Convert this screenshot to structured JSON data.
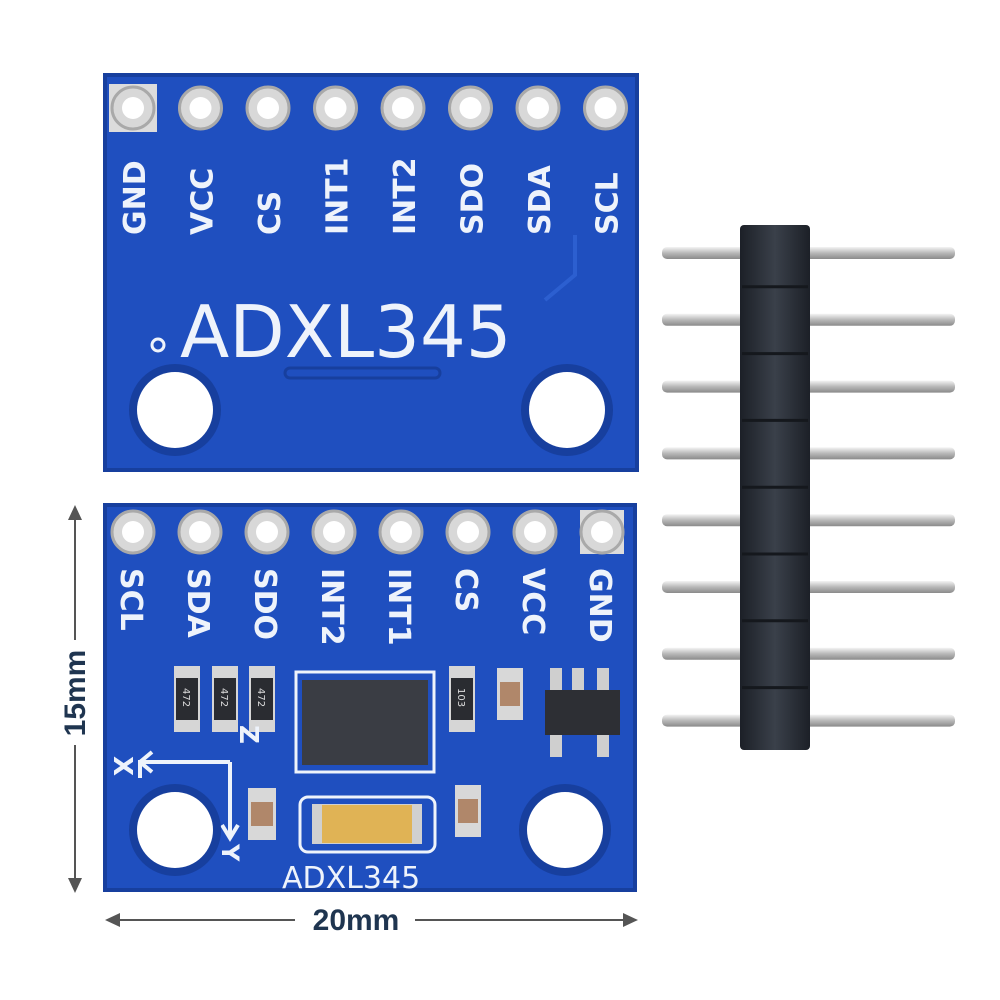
{
  "top_board": {
    "pins": [
      "GND",
      "VCC",
      "CS",
      "INT1",
      "INT2",
      "SDO",
      "SDA",
      "SCL"
    ],
    "title": "ADXL345"
  },
  "bottom_board": {
    "pins": [
      "SCL",
      "SDA",
      "SDO",
      "INT2",
      "INT1",
      "CS",
      "VCC",
      "GND"
    ],
    "resistors": [
      "472",
      "472",
      "472",
      "103"
    ],
    "axis_labels": {
      "x": "X",
      "y": "Y",
      "z": "Z"
    },
    "title": "ADXL345"
  },
  "dimensions": {
    "height": "15mm",
    "width": "20mm"
  },
  "colors": {
    "pcb": "#1f4fbf",
    "pcb_dark": "#173f9e",
    "silkscreen": "#eef3fb",
    "header": "#2b3038",
    "pin": "#c8c8c8"
  }
}
